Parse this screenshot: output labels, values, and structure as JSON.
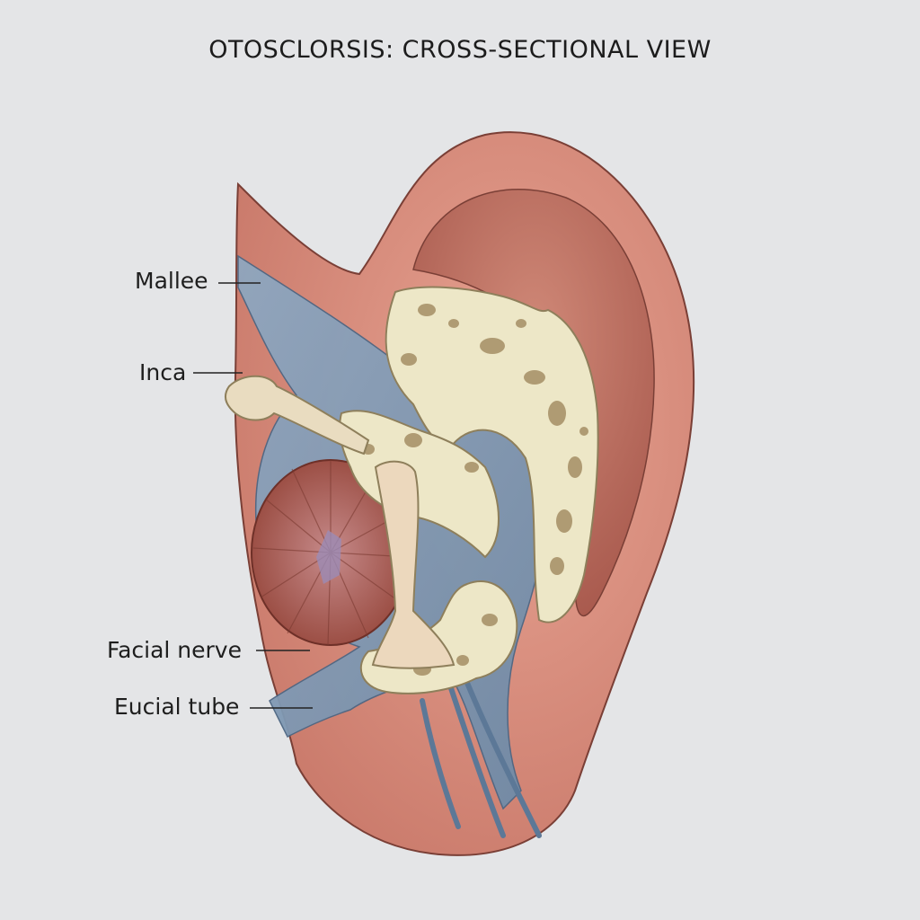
{
  "title": "OTOSCLORSIS: CROSS-SECTIONAL VIEW",
  "labels": {
    "mallee": "Mallee",
    "inca": "Inca",
    "facial_nerve": "Facial nerve",
    "eucial_tube": "Eucial tube"
  },
  "colors": {
    "background": "#e4e5e7",
    "skin": "#d9917f",
    "skin_dark": "#b86a5c",
    "bone": "#ece6c4",
    "bone_spots": "#a8916a",
    "canal_blue": "#8aa3bd",
    "muscle": "#b5675a"
  }
}
